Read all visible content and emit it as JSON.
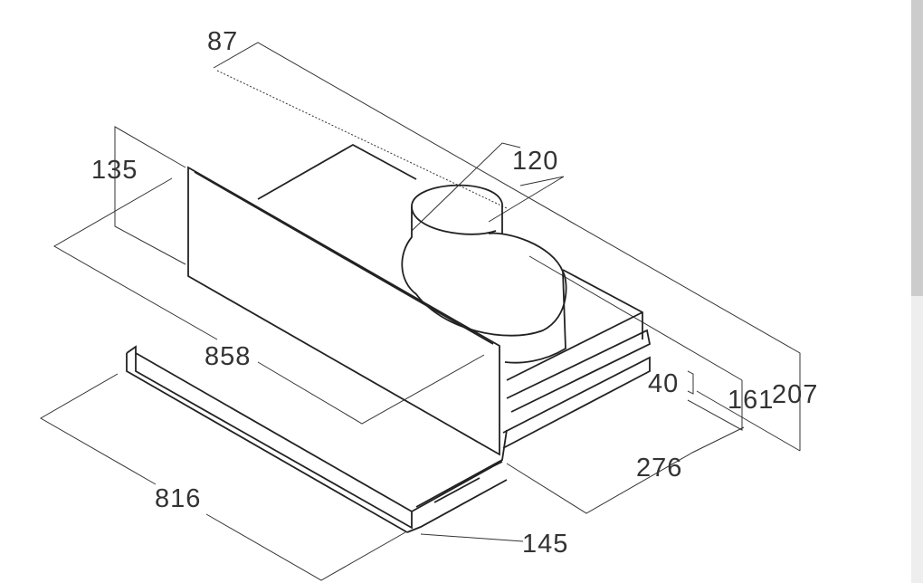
{
  "diagram": {
    "dimensions": {
      "d87": "87",
      "d135": "135",
      "d120": "120",
      "d858": "858",
      "d40": "40",
      "d161": "161",
      "d207": "207",
      "d276": "276",
      "d816": "816",
      "d145": "145"
    }
  }
}
